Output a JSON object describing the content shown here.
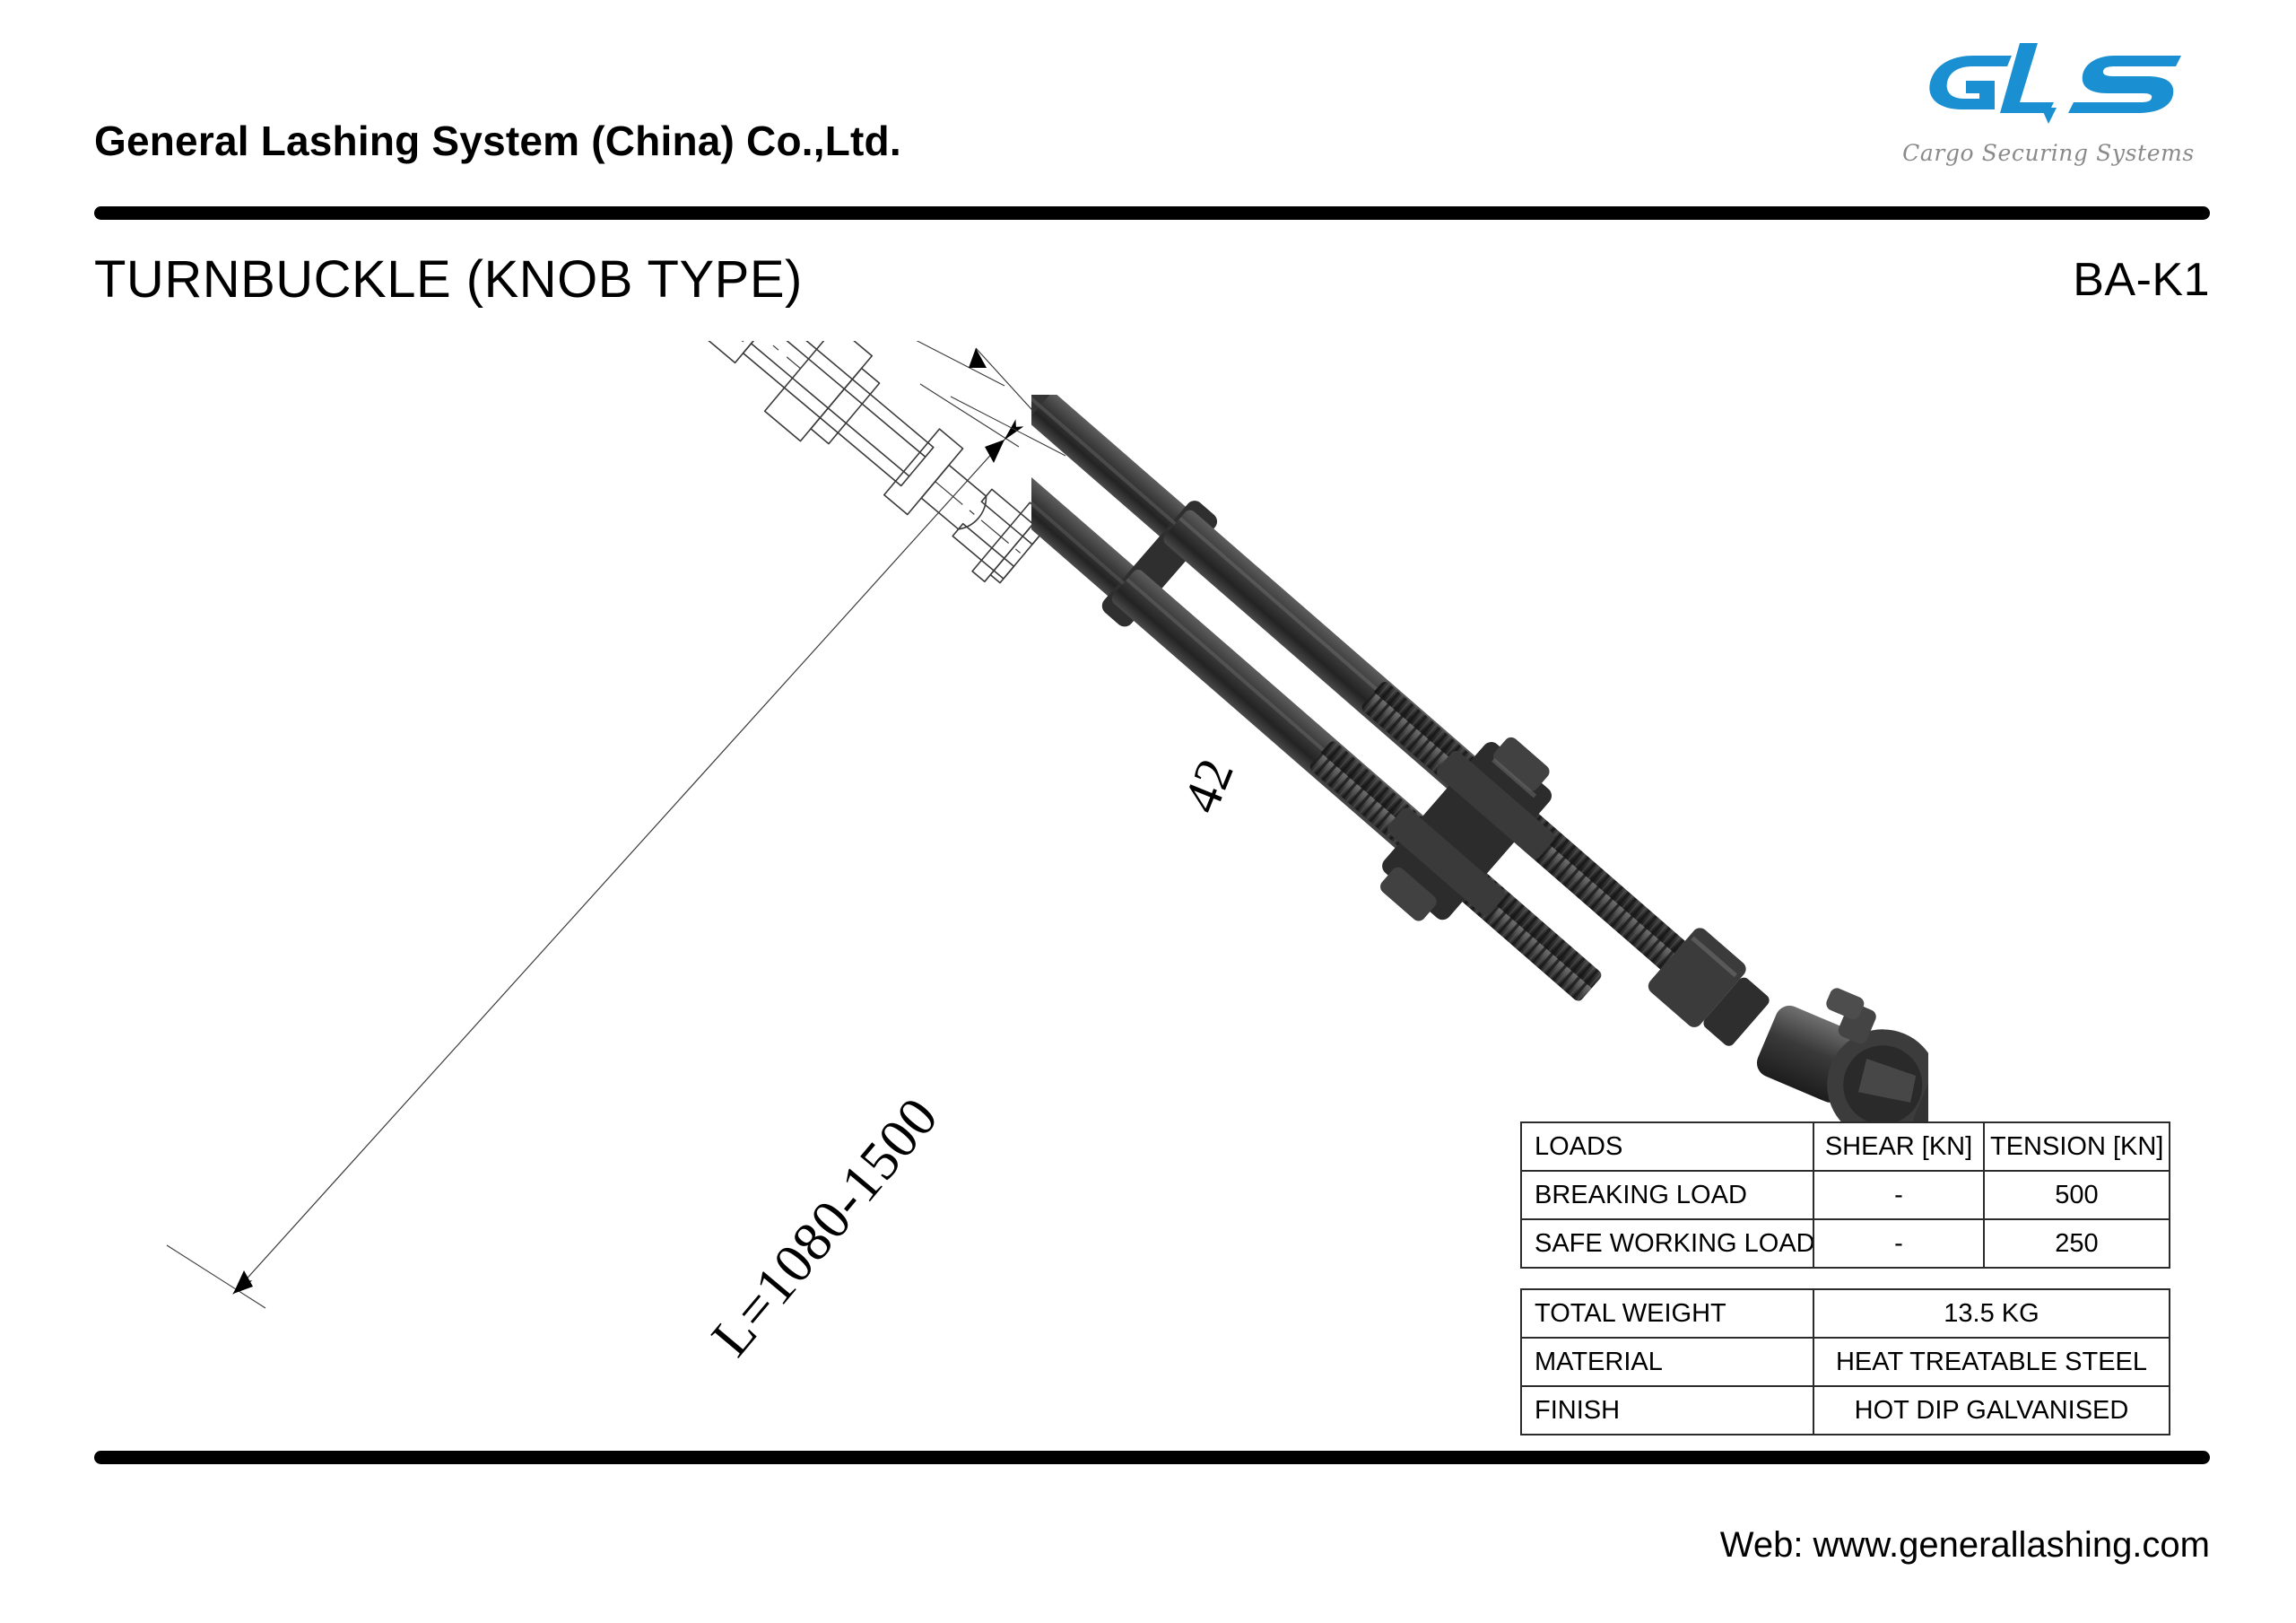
{
  "header": {
    "company_name": "General Lashing System (China) Co.,Ltd.",
    "logo_text": "GLS",
    "logo_tagline": "Cargo Securing Systems",
    "logo_color": "#1a8fd1",
    "tagline_color": "#8a8a8a",
    "rule_color": "#000000"
  },
  "title_row": {
    "product_title": "TURNBUCKLE (KNOB TYPE)",
    "product_code": "BA-K1"
  },
  "drawing": {
    "length_dimension": "L=1080-1500",
    "width_dimension": "42",
    "line_color": "#3a3a3a"
  },
  "photo": {
    "body_color": "#3b3b3b",
    "shadow_color": "#222222",
    "highlight_color": "#6e6e6e"
  },
  "loads_table": {
    "columns": [
      "LOADS",
      "SHEAR [KN]",
      "TENSION [KN]"
    ],
    "rows": [
      {
        "label": "BREAKING LOAD",
        "shear": "-",
        "tension": "500"
      },
      {
        "label": "SAFE WORKING LOAD",
        "shear": "-",
        "tension": "250"
      }
    ]
  },
  "properties_table": {
    "rows": [
      {
        "label": "TOTAL WEIGHT",
        "value": "13.5 KG"
      },
      {
        "label": "MATERIAL",
        "value": "HEAT TREATABLE STEEL"
      },
      {
        "label": "FINISH",
        "value": "HOT DIP GALVANISED"
      }
    ]
  },
  "footer": {
    "web": "Web: www.generallashing.com"
  }
}
